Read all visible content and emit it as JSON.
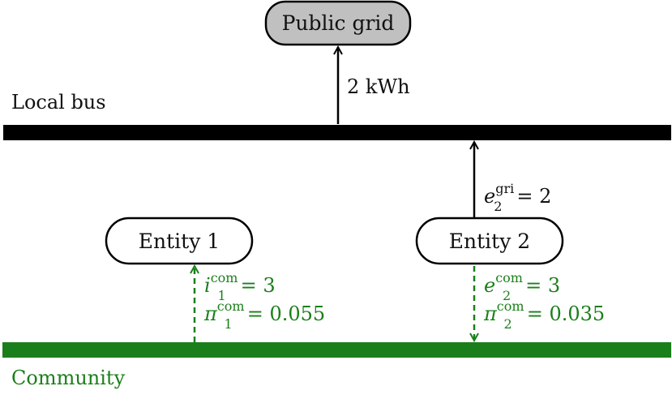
{
  "nodes": {
    "public_grid": "Public grid",
    "entity_1": "Entity 1",
    "entity_2": "Entity 2"
  },
  "buses": {
    "local": "Local bus",
    "community": "Community"
  },
  "flows": {
    "grid_export": "2 kWh",
    "e2_gri": {
      "symbol": "e",
      "sub": "2",
      "sup": "gri",
      "value": "= 2"
    },
    "i1_com": {
      "symbol": "i",
      "sub": "1",
      "sup": "com",
      "value": "= 3"
    },
    "pi1_com": {
      "symbol": "π",
      "sub": "1",
      "sup": "com",
      "value": "= 0.055"
    },
    "e2_com": {
      "symbol": "e",
      "sub": "2",
      "sup": "com",
      "value": "= 3"
    },
    "pi2_com": {
      "symbol": "π",
      "sub": "2",
      "sup": "com",
      "value": "= 0.035"
    }
  },
  "colors": {
    "grid_node_fill": "#c0c0c0",
    "local_bus": "#000000",
    "community_bus": "#1a7f1a",
    "community_text": "#1a7f1a"
  }
}
